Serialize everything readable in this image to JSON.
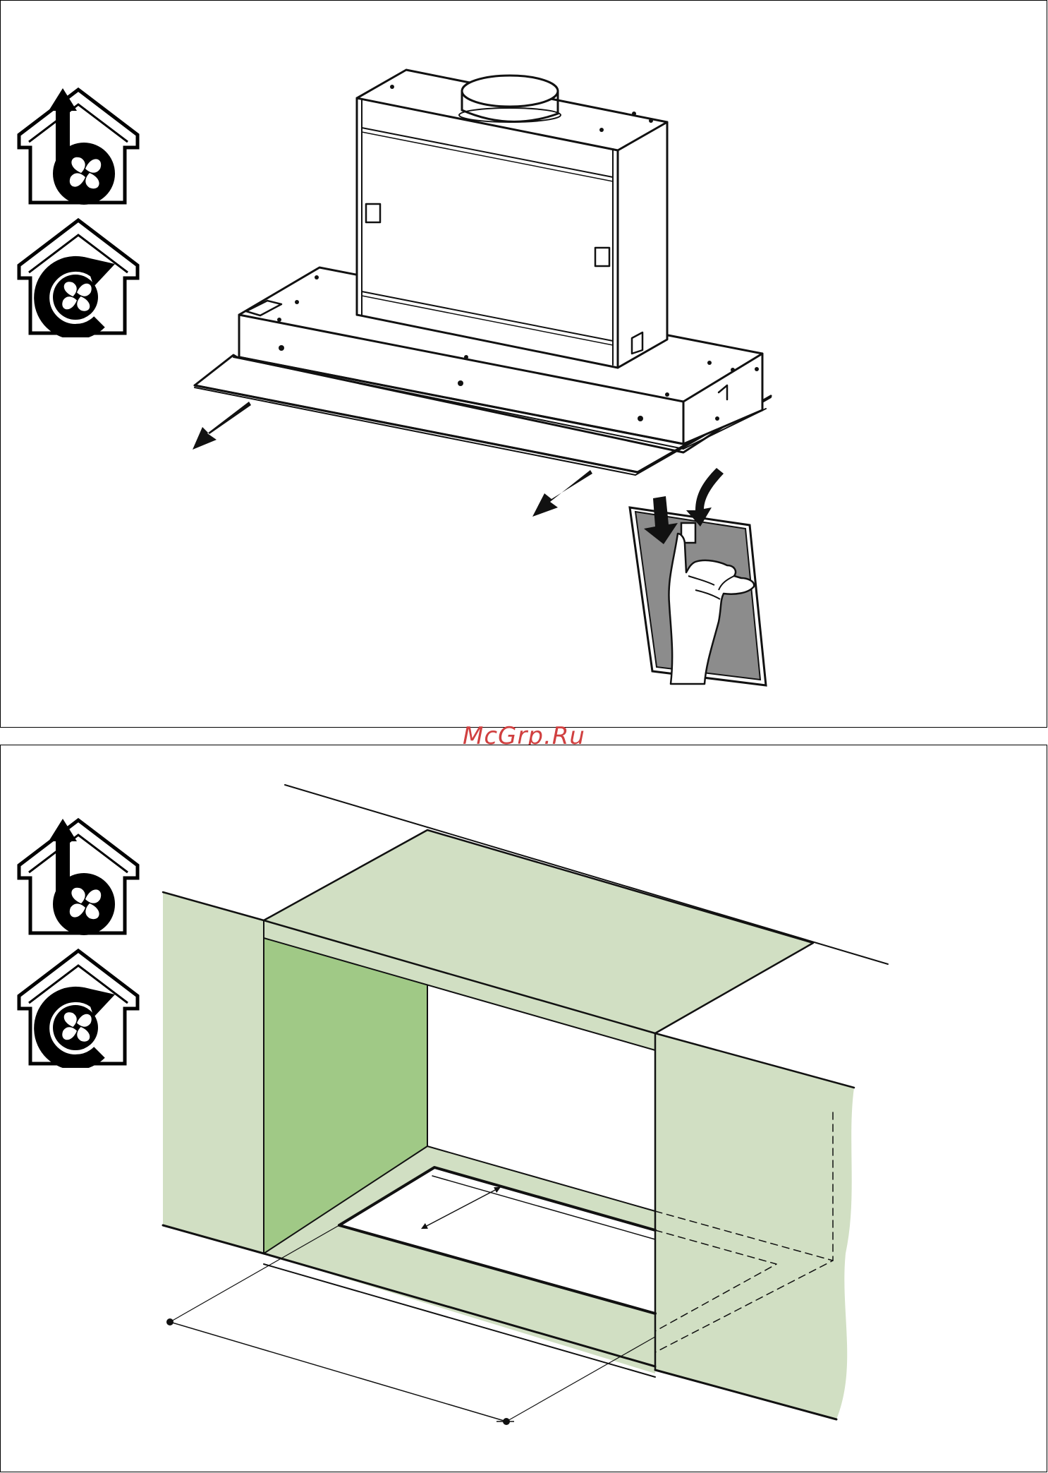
{
  "watermark": {
    "text": "McGrp.Ru",
    "color": "#d04040"
  },
  "colors": {
    "line": "#111111",
    "filter_fill": "#8c8c8c",
    "furniture_light": "#d1dfc3",
    "furniture_dark": "#a0c986",
    "background": "#ffffff"
  },
  "panels": [
    {
      "id": "top",
      "icons": [
        "ducted-extraction-icon",
        "recirculation-icon"
      ],
      "content": "hood-with-grease-filter-removal"
    },
    {
      "id": "bottom",
      "icons": [
        "ducted-extraction-icon",
        "recirculation-icon"
      ],
      "content": "cabinet-cutout-installation"
    }
  ]
}
